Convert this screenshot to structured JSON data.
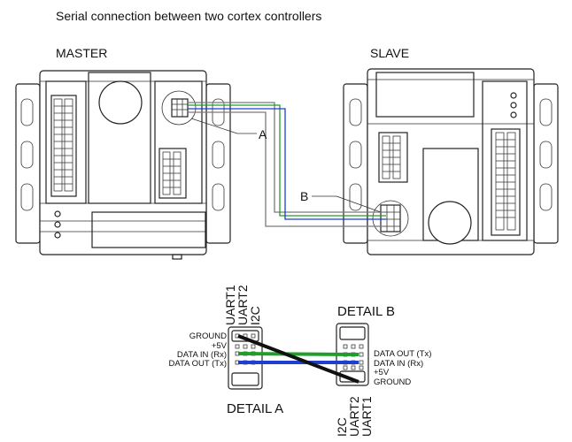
{
  "title": "Serial connection between two cortex controllers",
  "master_label": "MASTER",
  "slave_label": "SLAVE",
  "callout_a": "A",
  "callout_b": "B",
  "detail_a": {
    "title": "DETAIL A",
    "port_labels": [
      "UART1",
      "UART2",
      "I2C"
    ],
    "pin_labels": [
      "GROUND",
      "+5V",
      "DATA IN (Rx)",
      "DATA OUT (Tx)"
    ]
  },
  "detail_b": {
    "title": "DETAIL B",
    "port_labels": [
      "I2C",
      "UART2",
      "UART1"
    ],
    "pin_labels": [
      "DATA OUT (Tx)",
      "DATA IN (Rx)",
      "+5V",
      "GROUND"
    ]
  },
  "colors": {
    "wire_green": "#1f9e2c",
    "wire_blue": "#1e3ecf",
    "wire_black": "#111111",
    "wire_gray": "#7a7a7a"
  }
}
